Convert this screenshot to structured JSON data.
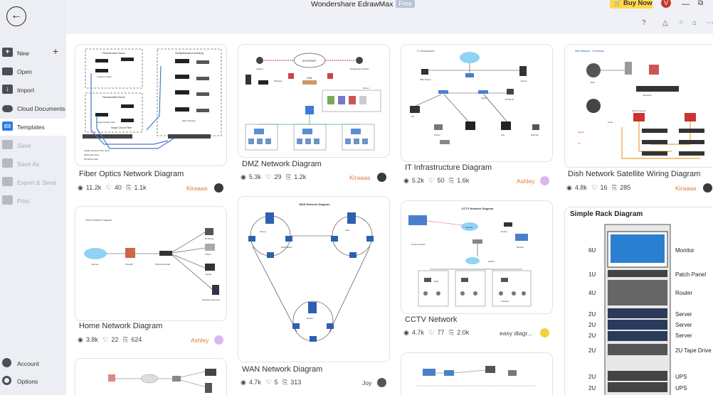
{
  "window": {
    "title": "Wondershare EdrawMax",
    "badge": "Free",
    "buy_now": "Buy Now",
    "user_initial": "V",
    "minimize": "—",
    "maximize": "⧉",
    "toolbar_icons": [
      "help-icon",
      "bell-icon",
      "grid-icon",
      "shirt-icon",
      "share-icon"
    ],
    "toolbar_glyphs": [
      "?",
      "△",
      "⁘",
      "⌂",
      "⋯"
    ]
  },
  "sidebar": {
    "back_glyph": "←",
    "items": [
      {
        "label": "New",
        "icon": "plus-box-icon",
        "state": "normal",
        "extra": "+"
      },
      {
        "label": "Open",
        "icon": "folder-icon",
        "state": "normal"
      },
      {
        "label": "Import",
        "icon": "import-icon",
        "state": "normal"
      },
      {
        "label": "Cloud Documents",
        "icon": "cloud-icon",
        "state": "normal"
      },
      {
        "label": "Templates",
        "icon": "templates-icon",
        "state": "active"
      },
      {
        "label": "Save",
        "icon": "save-icon",
        "state": "disabled"
      },
      {
        "label": "Save As",
        "icon": "save-as-icon",
        "state": "disabled"
      },
      {
        "label": "Export & Send",
        "icon": "export-icon",
        "state": "disabled"
      },
      {
        "label": "Print",
        "icon": "print-icon",
        "state": "disabled"
      }
    ],
    "bottom": [
      {
        "label": "Account",
        "icon": "account-icon"
      },
      {
        "label": "Options",
        "icon": "gear-icon"
      }
    ]
  },
  "cards": [
    {
      "title": "Fiber Optics Network Diagram",
      "views": "11.2k",
      "likes": "40",
      "copies": "1.1k",
      "author": "Kiraaaa",
      "thumb_text": {
        "top_left": "Residential Home",
        "top_right": "Multiplebased building",
        "mid_left": "Residential Home",
        "bottom": "Single Circuit Fiber",
        "label_a": "Copper to Fiber",
        "label_b": "Single Duplex Fiber",
        "label_c": "Fiber Network",
        "label_d": "Single-Channel Fiber Optic",
        "label_e": "Multimode Fiber",
        "label_f": "SP-Mode Fiber"
      }
    },
    {
      "title": "DMZ Network Diagram",
      "views": "5.3k",
      "likes": "29",
      "copies": "1.2k",
      "author": "Kiraaaa",
      "thumb_text": {
        "top": "INTERNET",
        "dmz": "DMZ",
        "left": "Wireless",
        "right": "Server",
        "user_left": "Hacker",
        "user_right": "Designated Verified"
      }
    },
    {
      "title": "IT Infrastructure Diagram",
      "views": "5.2k",
      "likes": "50",
      "copies": "1.6k",
      "author": "Ashley",
      "thumb_text": {
        "header": "IT Infrastructure",
        "a": "WiFi Router",
        "b": "Server",
        "c": "Switch",
        "d": "PC",
        "e": "Printer",
        "f": "Fax",
        "g": "IP Phone",
        "h": "Scanner"
      }
    },
    {
      "title": "Dish Network Satellite Wiring Diagram",
      "views": "4.8k",
      "likes": "16",
      "copies": "285",
      "author": "Kiraaaa",
      "thumb_text": {
        "header": "Dish Network - 3 receivers",
        "a": "Dish",
        "b": "Receiver",
        "c": "Coax",
        "d": "Power Inserter",
        "e": "Signal",
        "f": "TV"
      }
    },
    {
      "title": "Home Network Diagram",
      "views": "3.8k",
      "likes": "22",
      "copies": "624",
      "author": "Ashley",
      "thumb_text": {
        "header": "Home Network Diagram",
        "a": "Internet",
        "b": "Firewall",
        "c": "Wireless Router",
        "d": "IP Phone",
        "e": "Printer",
        "f": "Laptop",
        "g": "Desktop Computer"
      }
    },
    {
      "title": "WAN Network Diagram",
      "views": "4.7k",
      "likes": "5",
      "copies": "313",
      "author": "Joy",
      "thumb_text": {
        "header": "WAN Network Diagram",
        "a": "Server",
        "b": "Workstation",
        "c": "LAN",
        "d": "Router"
      }
    },
    {
      "title": "CCTV Network",
      "views": "4.7k",
      "likes": "77",
      "copies": "2.0k",
      "author": "easy diagr...",
      "thumb_text": {
        "header": "CCTV Network Diagram",
        "a": "Internet",
        "b": "Router",
        "c": "Control Center",
        "d": "Monitor",
        "e": "Switch",
        "f": "NVR",
        "g": "Camera"
      }
    },
    {
      "title": "Simple Rack Diagram",
      "thumb_text": {
        "header": "Simple Rack Diagram"
      },
      "rack": [
        {
          "u": "6U",
          "label": "Monitor"
        },
        {
          "u": "1U",
          "label": "Patch Panel"
        },
        {
          "u": "4U",
          "label": "Router"
        },
        {
          "u": "2U",
          "label": "Server"
        },
        {
          "u": "2U",
          "label": "Server"
        },
        {
          "u": "2U",
          "label": "Server"
        },
        {
          "u": "2U",
          "label": "2U Tape Drive"
        },
        {
          "u": "2U",
          "label": "UPS"
        },
        {
          "u": "2U",
          "label": "UPS"
        }
      ]
    }
  ],
  "stat_icons": {
    "views": "◉",
    "likes": "♡",
    "copies": "⎘"
  },
  "colors": {
    "accent": "#2b7de9",
    "author": "#e07b39",
    "buy": "#ffd84a",
    "avatar": "#c0392b"
  }
}
